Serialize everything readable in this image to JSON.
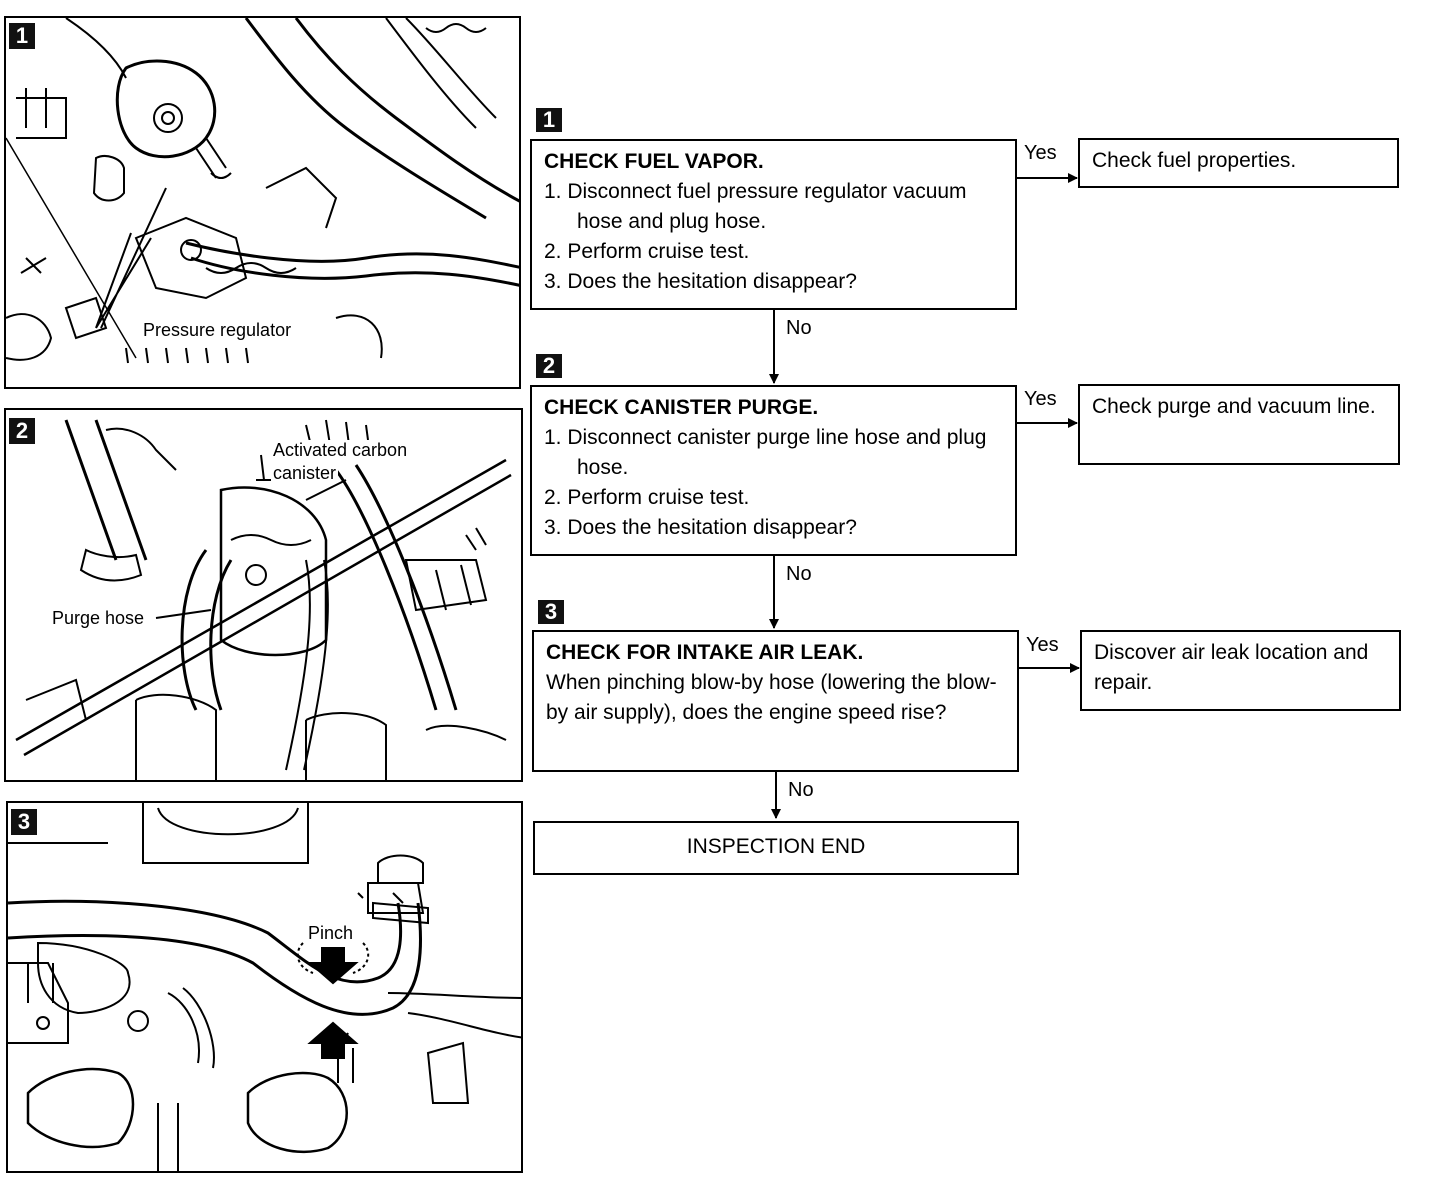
{
  "panels": [
    {
      "number": "1",
      "callouts": [
        "Pressure regulator"
      ]
    },
    {
      "number": "2",
      "callouts": [
        "Activated carbon",
        "canister",
        "Purge hose"
      ]
    },
    {
      "number": "3",
      "callouts": [
        "Pinch"
      ]
    }
  ],
  "flow": {
    "step1": {
      "number": "1",
      "title": "CHECK FUEL VAPOR.",
      "steps": [
        "1. Disconnect fuel pressure regulator vacuum hose and plug hose.",
        "2. Perform cruise test.",
        "3. Does the hesitation disappear?"
      ],
      "yes_label": "Yes",
      "yes_result": "Check fuel properties.",
      "no_label": "No"
    },
    "step2": {
      "number": "2",
      "title": "CHECK CANISTER PURGE.",
      "steps": [
        "1. Disconnect canister purge line hose and plug hose.",
        "2. Perform cruise test.",
        "3. Does the hesitation disappear?"
      ],
      "yes_label": "Yes",
      "yes_result": "Check purge and vacuum line.",
      "no_label": "No"
    },
    "step3": {
      "number": "3",
      "title": "CHECK FOR INTAKE AIR LEAK.",
      "body": "When pinching blow-by hose (lowering the blow-by air supply), does the engine speed rise?",
      "yes_label": "Yes",
      "yes_result": "Discover air leak location and repair.",
      "no_label": "No"
    },
    "end": "INSPECTION END"
  }
}
